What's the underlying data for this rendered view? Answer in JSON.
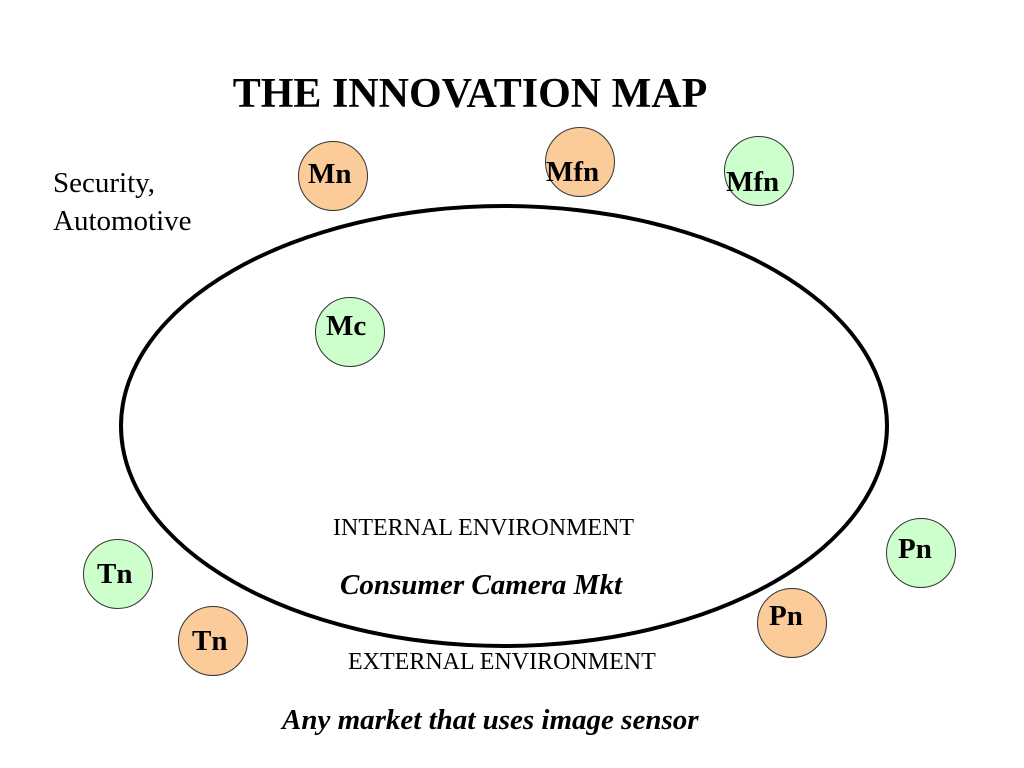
{
  "title": "THE INNOVATION MAP",
  "side_label": [
    "Security,",
    "Automotive"
  ],
  "colors": {
    "orange_fill": "#fccb9a",
    "green_fill": "#ccffcc",
    "outline": "#000000"
  },
  "nodes": [
    {
      "id": "mn",
      "label": "Mn",
      "fill": "orange"
    },
    {
      "id": "mfn-1",
      "label": "Mfn",
      "fill": "orange"
    },
    {
      "id": "mfn-2",
      "label": "Mfn",
      "fill": "green"
    },
    {
      "id": "mc",
      "label": "Mc",
      "fill": "green"
    },
    {
      "id": "tn-1",
      "label": "Tn",
      "fill": "green"
    },
    {
      "id": "tn-2",
      "label": "Tn",
      "fill": "orange"
    },
    {
      "id": "pn-1",
      "label": "Pn",
      "fill": "green"
    },
    {
      "id": "pn-2",
      "label": "Pn",
      "fill": "orange"
    }
  ],
  "internal_environment": "INTERNAL ENVIRONMENT",
  "internal_market": "Consumer Camera Mkt",
  "external_environment": "EXTERNAL ENVIRONMENT",
  "external_market": "Any market that uses image sensor"
}
